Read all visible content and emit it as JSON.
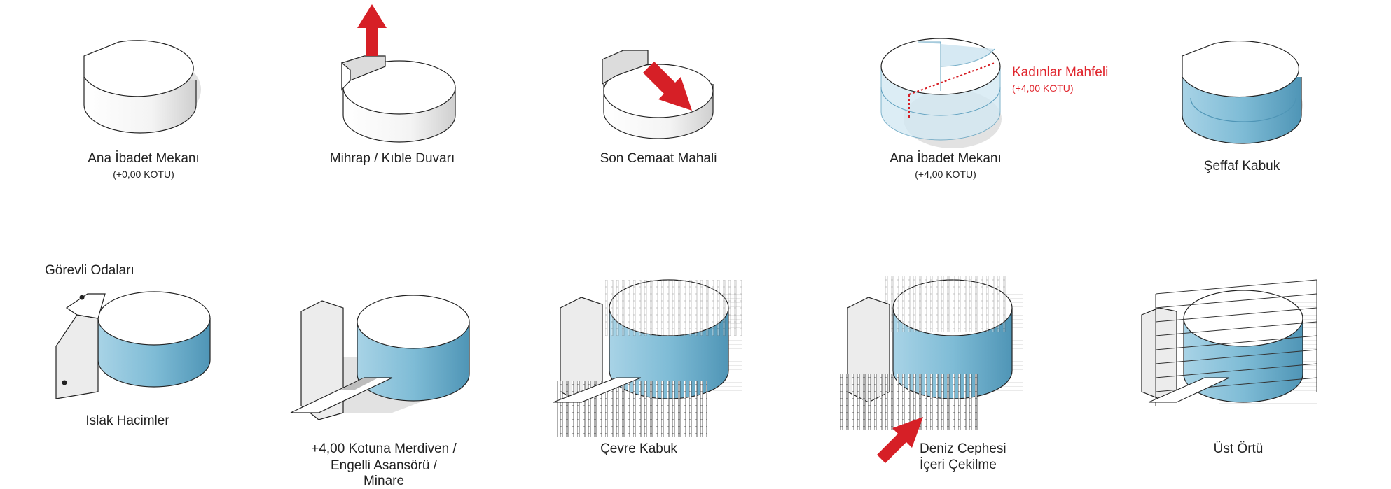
{
  "colors": {
    "accent_red": "#d61f26",
    "glass_blue": "#7fbcd6",
    "glass_blue_dark": "#5d9fbe",
    "line": "#222222",
    "shadow": "#e2e2e2",
    "volume_white": "#ffffff",
    "volume_grey": "#d8d8d8"
  },
  "steps": [
    {
      "label": "Ana İbadet Mekanı",
      "sublabel": "(+0,00 KOTU)"
    },
    {
      "label": "Mihrap / Kıble Duvarı"
    },
    {
      "label": "Son Cemaat Mahali"
    },
    {
      "label": "Ana İbadet Mekanı",
      "sublabel": "(+4,00 KOTU)",
      "annotation": "Kadınlar Mahfeli",
      "annotation_sub": "(+4,00 KOTU)"
    },
    {
      "label": "Şeffaf Kabuk"
    },
    {
      "label": "Islak Hacimler",
      "annotation": "Görevli Odaları"
    },
    {
      "label_lines": [
        "+4,00 Kotuna Merdiven /",
        "Engelli Asansörü /",
        "Minare"
      ]
    },
    {
      "label": "Çevre Kabuk"
    },
    {
      "label_lines": [
        "Deniz Cephesi",
        "İçeri Çekilme"
      ]
    },
    {
      "label": "Üst Örtü"
    }
  ],
  "icons": [
    "arrow-up-icon",
    "arrow-down-right-icon",
    "arrow-up-right-icon"
  ]
}
